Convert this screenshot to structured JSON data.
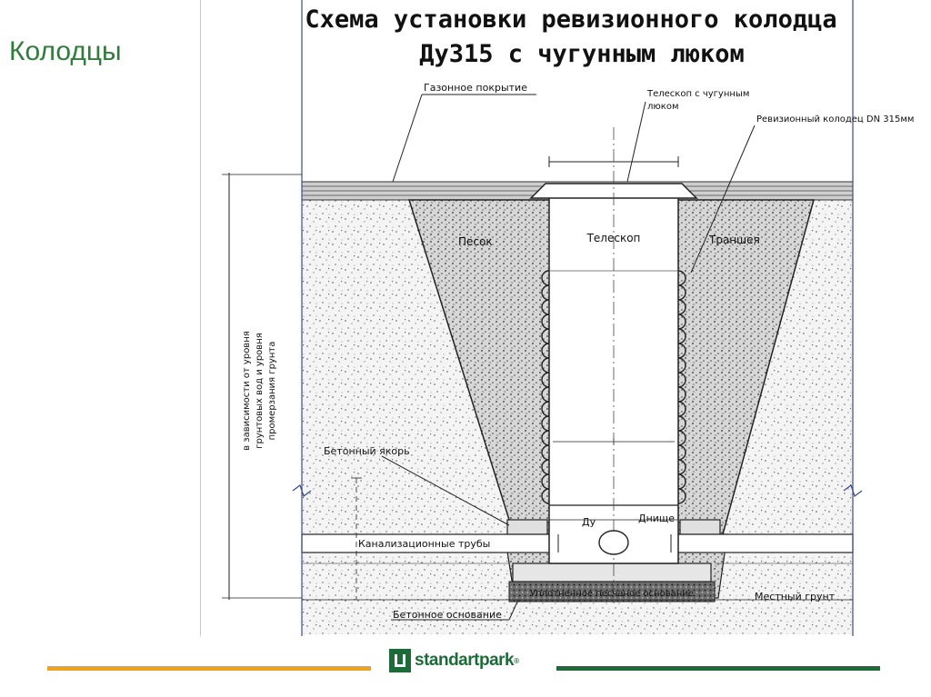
{
  "slide": {
    "title": "Колодцы"
  },
  "diagram": {
    "title_line1": "Схема установки ревизионного колодца",
    "title_line2": "Ду315 с чугунным люком",
    "labels": {
      "lawn": "Газонное покрытие",
      "telescope_hatch_1": "Телескоп с чугунным",
      "telescope_hatch_2": "люком",
      "inspection_well": "Ревизионный колодец DN 315мм",
      "sand": "Песок",
      "telescope": "Телескоп",
      "trench": "Траншея",
      "concrete_anchor": "Бетонный якорь",
      "du": "Ду",
      "bottom": "Днище",
      "sewer_pipes": "Канализационные трубы",
      "compacted_sand": "Уплотненное песчаное основание",
      "local_soil": "Местный грунт",
      "concrete_base": "Бетонное основание",
      "depth_note_1": "в зависимости от уровня",
      "depth_note_2": "грунтовых вод и уровня",
      "depth_note_3": "промерзания грунта"
    }
  },
  "footer": {
    "brand": "standartpark",
    "reg": "®",
    "colors": {
      "left_bar": "#f0a21f",
      "right_bar": "#1e6b3a"
    }
  }
}
